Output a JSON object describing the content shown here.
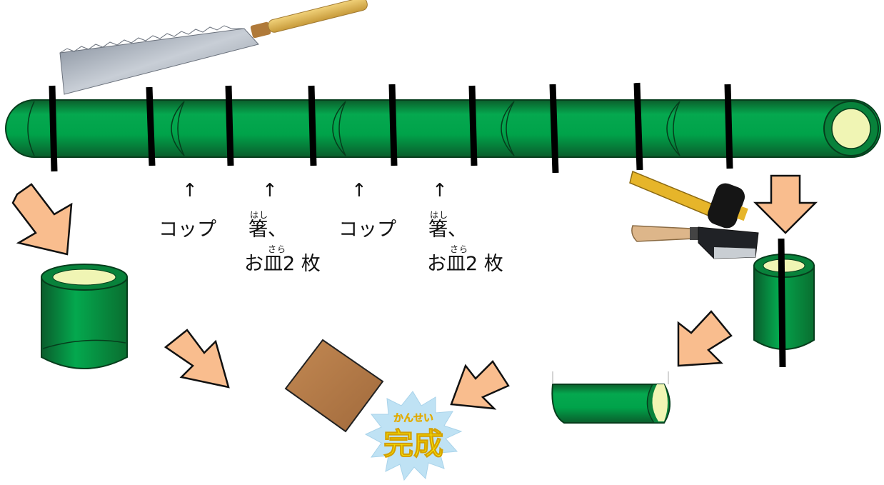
{
  "labels": [
    {
      "arrow": "↑",
      "line1": "コップ",
      "line2": "",
      "ruby1": "",
      "ruby2": ""
    },
    {
      "arrow": "↑",
      "line1": "箸、",
      "line2": "お皿2 枚",
      "ruby1": "はし",
      "ruby2": "さら"
    },
    {
      "arrow": "↑",
      "line1": "コップ",
      "line2": "",
      "ruby1": "",
      "ruby2": ""
    },
    {
      "arrow": "↑",
      "line1": "箸、",
      "line2": "お皿2 枚",
      "ruby1": "はし",
      "ruby2": "さら"
    }
  ],
  "complete": {
    "text": "完成",
    "ruby": "かんせい"
  },
  "icons": [
    "saw-icon",
    "bamboo-log-icon",
    "hammer-icon",
    "hatchet-icon",
    "cup-icon",
    "half-bamboo-icon",
    "sandpaper-icon",
    "starburst-icon",
    "arrow-icon"
  ],
  "colors": {
    "bamboo": "#00a34a",
    "bamboo_dark": "#0a6e30",
    "bamboo_inner": "#f0f5b4",
    "arrow_fill": "#f9bd8e",
    "burst": "#bfe2f4",
    "burst_text": "#fff200",
    "sandpaper": "#b0784a",
    "cut_line": "#000000"
  }
}
